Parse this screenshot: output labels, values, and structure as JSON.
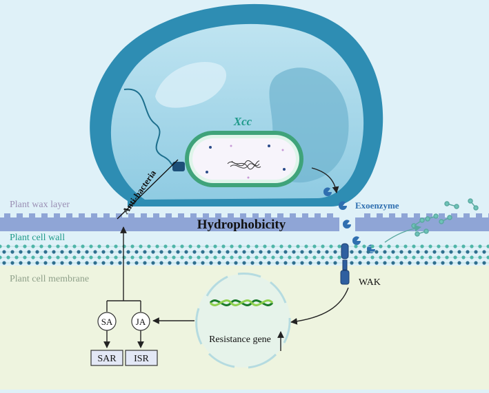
{
  "organism": "Xcc",
  "labels": {
    "wax_layer": "Plant wax layer",
    "cell_wall": "Plant cell wall",
    "cell_membrane": "Plant cell membrane",
    "hydrophobicity": "Hydrophobicity",
    "anti_bacteria": "Anti-bacteria",
    "exoenzyme": "Exoenzyme",
    "wak": "WAK",
    "resistance_gene": "Resistance gene",
    "sa": "SA",
    "ja": "JA",
    "sar": "SAR",
    "isr": "ISR"
  },
  "colors": {
    "background_top": "#dff1f8",
    "membrane_zone": "#eef4df",
    "droplet_outer": "#2e8db3",
    "droplet_inner": "#a9d8ea",
    "wax_layer": "#8fa5d6",
    "cell_wall_chain": "#4fb5a8",
    "exoenzyme": "#2f6fb0",
    "label_purple": "#9a8fb4",
    "label_teal": "#1f9a8a",
    "label_gray_green": "#8fa08a",
    "xcc_label": "#1f9a8a",
    "exoenzyme_label": "#2f6fb0"
  }
}
